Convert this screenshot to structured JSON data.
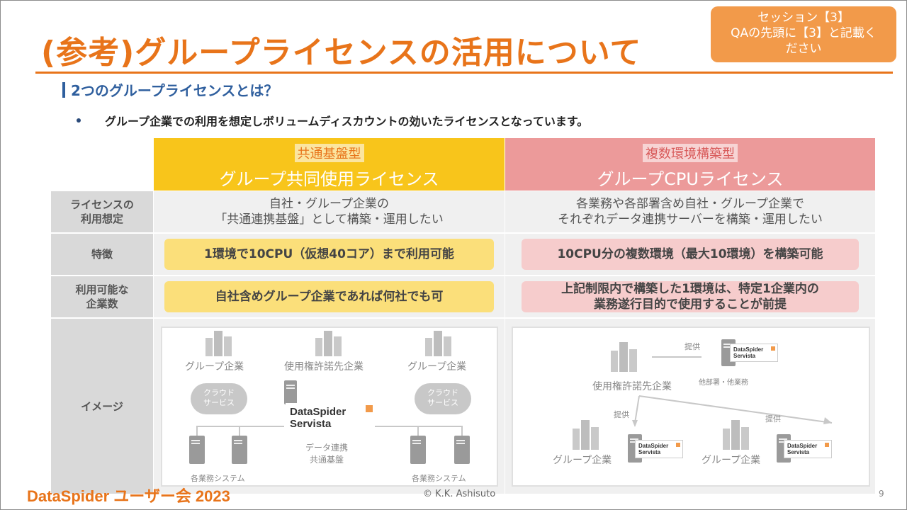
{
  "slide": {
    "title": "(参考)グループライセンスの活用について",
    "session_badge": [
      "セッション【3】",
      "QAの先頭に【3】と記載く",
      "ださい"
    ],
    "subtitle": "2つのグループライセンスとは？",
    "bullet": "グループ企業での利用を想定しボリュームディスカウントの効いたライセンスとなっています。",
    "page_number": "9",
    "colors": {
      "accent": "#e8741a",
      "header_a": "#f8c51b",
      "header_b": "#ec9a9a",
      "subtitle": "#2f5f9e"
    }
  },
  "table": {
    "columns": [
      {
        "tag": "共通基盤型",
        "name": "グループ共同使用ライセンス"
      },
      {
        "tag": "複数環境構築型",
        "name": "グループCPUライセンス"
      }
    ],
    "rows": [
      {
        "label": [
          "ライセンスの",
          "利用想定"
        ],
        "a": [
          "自社・グループ企業の",
          "「共通連携基盤」として構築・運用したい"
        ],
        "b": [
          "各業務や各部署含め自社・グループ企業で",
          "それぞれデータ連携サーバーを構築・運用したい"
        ]
      },
      {
        "label": [
          "特徴"
        ],
        "a": [
          "1環境で10CPU（仮想40コア）まで利用可能"
        ],
        "b": [
          "10CPU分の複数環境（最大10環境）を構築可能"
        ]
      },
      {
        "label": [
          "利用可能な",
          "企業数"
        ],
        "a": [
          "自社含めグループ企業であれば何社でも可"
        ],
        "b": [
          "上記制限内で構築した1環境は、特定1企業内の",
          "業務遂行目的で使用することが前提"
        ]
      },
      {
        "label": [
          "イメージ"
        ]
      }
    ],
    "image_a": {
      "group_left": "グループ企業",
      "licensee": "使用権許諾先企業",
      "group_right": "グループ企業",
      "cloud": [
        "クラウド",
        "サービス"
      ],
      "logo": [
        "DataSpider",
        "Servista"
      ],
      "center_caption": [
        "データ連携",
        "共通基盤"
      ],
      "systems_left": "各業務システム",
      "systems_right": "各業務システム"
    },
    "image_b": {
      "licensee": "使用権許諾先企業",
      "provide_top": "提供",
      "other_dept": "他部署・他業務",
      "provide_left": "提供",
      "provide_right": "提供",
      "group_left": "グループ企業",
      "group_right": "グループ企業",
      "logo": [
        "DataSpider",
        "Servista"
      ]
    }
  },
  "footer": {
    "logo": "DataSpider ユーザー会 2023",
    "copyright": "© K.K. Ashisuto"
  }
}
